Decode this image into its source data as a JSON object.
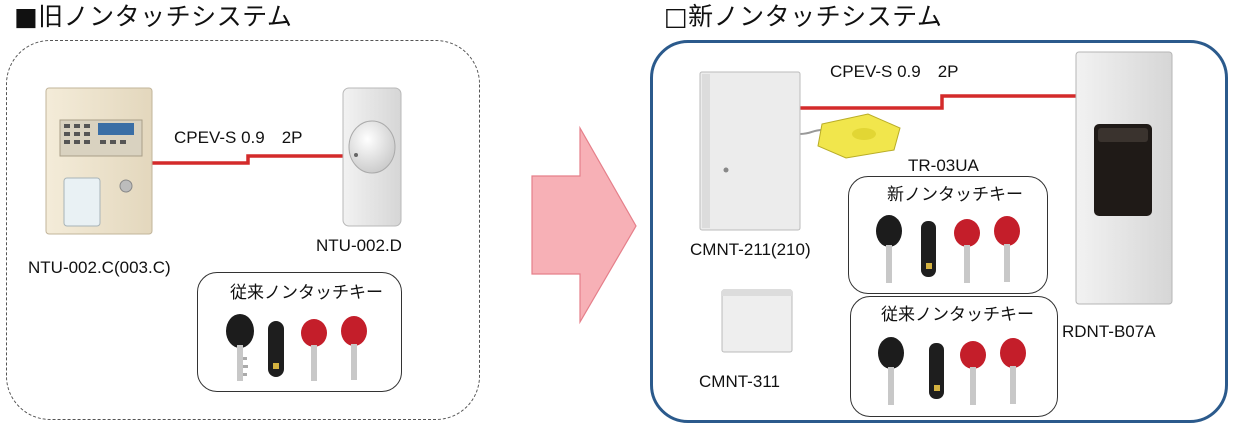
{
  "old_system": {
    "title": "■旧ノンタッチシステム",
    "cable_label": "CPEV-S 0.9　2P",
    "controller_label": "NTU-002.C(003.C)",
    "reader_label": "NTU-002.D",
    "keys_title": "従来ノンタッチキー"
  },
  "new_system": {
    "title": "□新ノンタッチシステム",
    "cable_label": "CPEV-S 0.9　2P",
    "controller_label": "CMNT-211(210)",
    "sub_unit_label": "CMNT-311",
    "usb_reader_label": "TR-03UA",
    "reader_label": "RDNT-B07A",
    "new_keys_title": "新ノンタッチキー",
    "legacy_keys_title": "従来ノンタッチキー"
  },
  "colors": {
    "cable": "#d42a2a",
    "new_frame": "#2b5a8c",
    "arrow": "#f28a93"
  }
}
